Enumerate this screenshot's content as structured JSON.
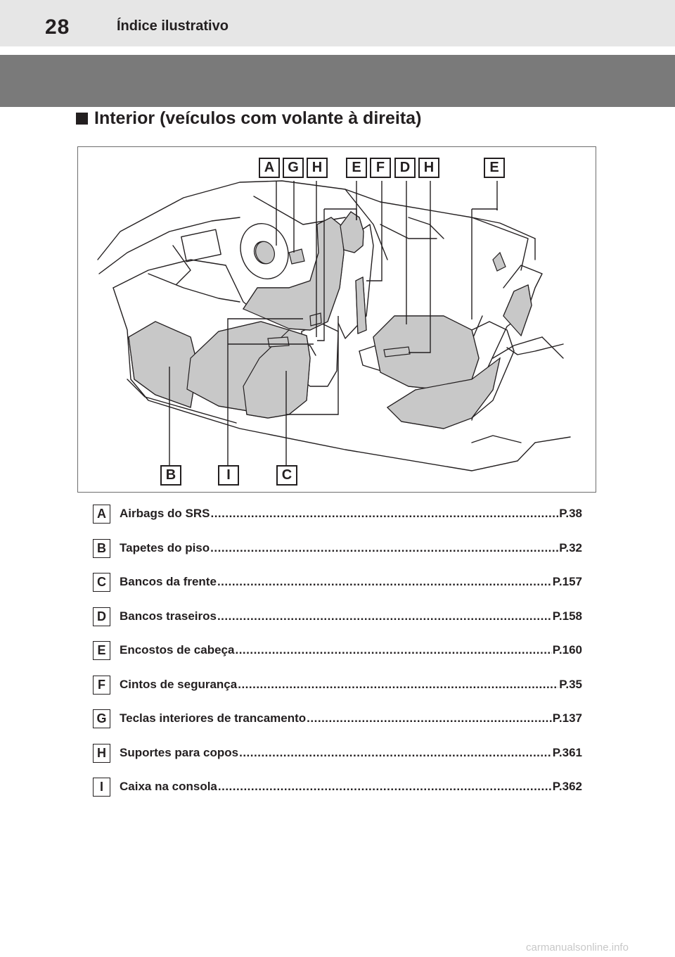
{
  "header": {
    "page_number": "28",
    "running_title": "Índice ilustrativo"
  },
  "section": {
    "heading": "Interior (veículos com volante à direita)"
  },
  "figure": {
    "top_callouts": [
      "A",
      "G",
      "H",
      "E",
      "F",
      "D",
      "H",
      "E"
    ],
    "bottom_callouts": [
      "B",
      "I",
      "C"
    ]
  },
  "legend": [
    {
      "key": "A",
      "label": "Airbags do SRS",
      "ref": "P.38"
    },
    {
      "key": "B",
      "label": "Tapetes do piso",
      "ref": "P.32"
    },
    {
      "key": "C",
      "label": "Bancos da frente",
      "ref": "P.157"
    },
    {
      "key": "D",
      "label": "Bancos traseiros",
      "ref": "P.158"
    },
    {
      "key": "E",
      "label": "Encostos de cabeça",
      "ref": "P.160"
    },
    {
      "key": "F",
      "label": "Cintos de segurança",
      "ref": "P.35"
    },
    {
      "key": "G",
      "label": "Teclas interiores de trancamento",
      "ref": "P.137"
    },
    {
      "key": "H",
      "label": "Suportes para copos",
      "ref": "P.361"
    },
    {
      "key": "I",
      "label": "Caixa na consola",
      "ref": "P.362"
    }
  ],
  "watermark": "carmanualsonline.info",
  "colors": {
    "header_bg": "#e6e6e6",
    "band_bg": "#7a7a7a",
    "highlight_fill": "#c8c8c8",
    "ink": "#231f20"
  }
}
